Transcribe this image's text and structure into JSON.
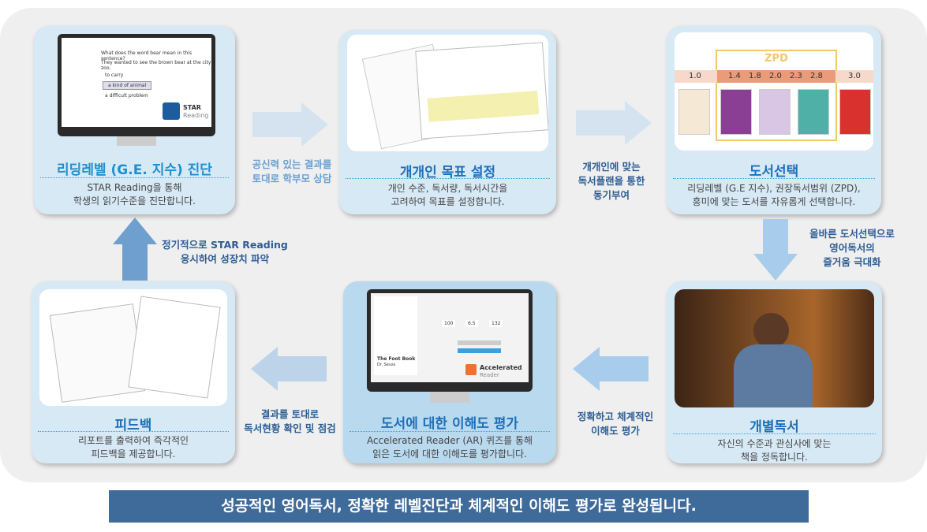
{
  "steps": [
    {
      "title": "리딩레벨 (G.E. 지수) 진단",
      "desc": [
        "STAR Reading을 통해",
        "학생의 읽기수준을 진단합니다."
      ],
      "screen": {
        "question": "What does the word bear mean in this sentence?",
        "sentence": "They wanted to see the brown bear at the city zoo.",
        "options": [
          "to carry",
          "a kind of animal",
          "a difficult problem"
        ],
        "logo": "STAR",
        "logo_sub": "Reading"
      }
    },
    {
      "title": "개개인 목표 설정",
      "desc": [
        "개인 수준, 독서량, 독서시간을",
        "고려하여 목표를 설정합니다."
      ]
    },
    {
      "title": "도서선택",
      "desc": [
        "리딩레벨 (G.E 지수), 권장독서범위 (ZPD),",
        "흥미에 맞는 도서를 자유롭게 선택합니다."
      ],
      "zpd_label": "ZPD",
      "levels": [
        "1.0",
        "1.4",
        "1.8",
        "2.0",
        "2.3",
        "2.8",
        "3.0"
      ]
    },
    {
      "title": "개별독서",
      "desc": [
        "자신의 수준과 관심사에 맞는",
        "책을 정독합니다."
      ]
    },
    {
      "title": "도서에 대한 이해도 평가",
      "desc": [
        "Accelerated Reader (AR) 퀴즈를 통해",
        "읽은 도서에 대한 이해도를 평가합니다."
      ],
      "screen": {
        "book": "The Foot Book",
        "author": "Dr. Seuss",
        "scores": [
          "100",
          "6.5",
          "132"
        ],
        "logo": "Accelerated",
        "logo_sub": "Reader"
      }
    },
    {
      "title": "피드백",
      "desc": [
        "리포트를 출력하여 즉각적인",
        "피드백을 제공합니다."
      ]
    }
  ],
  "arrows": {
    "a1": [
      "공신력 있는 결과를",
      "토대로 학부모 상담"
    ],
    "a2": [
      "개개인에 맞는",
      "독서플랜을 통한",
      "동기부여"
    ],
    "a3": [
      "올바른 도서선택으로",
      "영어독서의",
      "즐거움 극대화"
    ],
    "a4": [
      "정확하고 체계적인",
      "이해도 평가"
    ],
    "a5": [
      "결과를 토대로",
      "독서현황 확인 및 점검"
    ],
    "a6": [
      "정기적으로 STAR Reading",
      "응시하여 성장치 파악"
    ]
  },
  "banner": "성공적인 영어독서, 정확한 레벨진단과 체계적인 이해도 평가로 완성됩니다.",
  "colors": {
    "title": "#1d8fcf",
    "banner": "#3f6b9b",
    "arrow": "#c9dcee"
  }
}
